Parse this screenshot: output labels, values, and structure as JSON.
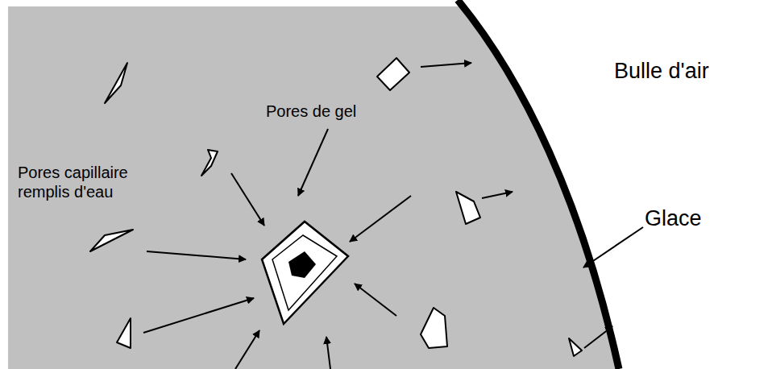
{
  "diagram": {
    "nodes": [
      {
        "text": [
          "Bulle d'air"
        ]
      }
    ],
    "labels": [
      "Pores de gel",
      "Pores capillaire remplis d'eau",
      "Glace"
    ]
  }
}
